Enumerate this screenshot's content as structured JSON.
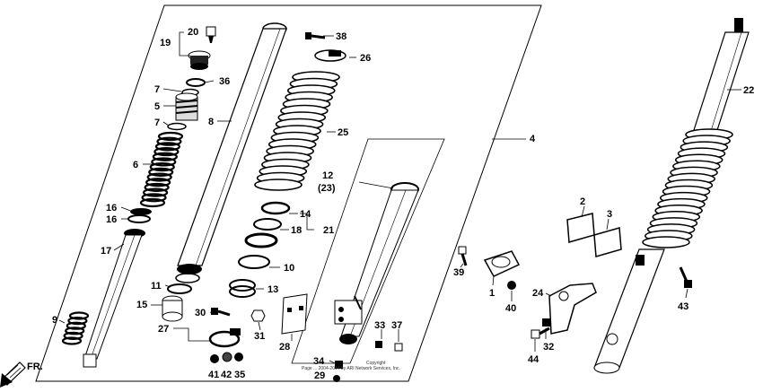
{
  "parts": {
    "p1": "1",
    "p2": "2",
    "p3": "3",
    "p4": "4",
    "p5": "5",
    "p6": "6",
    "p7a": "7",
    "p7b": "7",
    "p8": "8",
    "p9": "9",
    "p10": "10",
    "p11": "11",
    "p12": "12",
    "p12alt": "(23)",
    "p13": "13",
    "p14": "14",
    "p15": "15",
    "p16a": "16",
    "p16b": "16",
    "p17": "17",
    "p18": "18",
    "p19": "19",
    "p20": "20",
    "p21": "21",
    "p22": "22",
    "p24": "24",
    "p25": "25",
    "p26": "26",
    "p27": "27",
    "p28": "28",
    "p29": "29",
    "p30": "30",
    "p31": "31",
    "p32": "32",
    "p33": "33",
    "p34": "34",
    "p35": "35",
    "p36": "36",
    "p37": "37",
    "p38": "38",
    "p39": "39",
    "p40": "40",
    "p41": "41",
    "p42": "42",
    "p43": "43",
    "p44": "44"
  },
  "direction_label": "FR.",
  "copyright": {
    "line1": "Copyright",
    "line2": "Page ... 2004-2014 by ARI Network Services, Inc."
  }
}
